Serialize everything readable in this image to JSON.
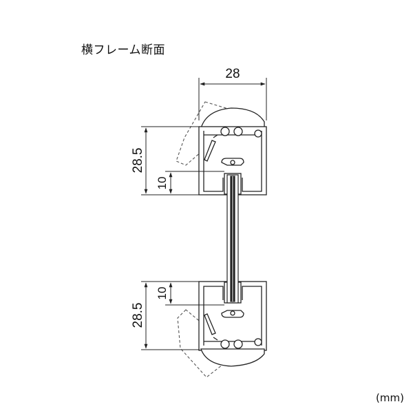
{
  "title": "横フレーム断面",
  "unit": "(mm)",
  "dimensions": {
    "width": "28",
    "top_height": "28.5",
    "top_inner": "10",
    "bottom_height": "28.5",
    "bottom_inner": "10"
  },
  "colors": {
    "line": "#222222",
    "dashed": "#555555",
    "fill": "#ffffff"
  }
}
